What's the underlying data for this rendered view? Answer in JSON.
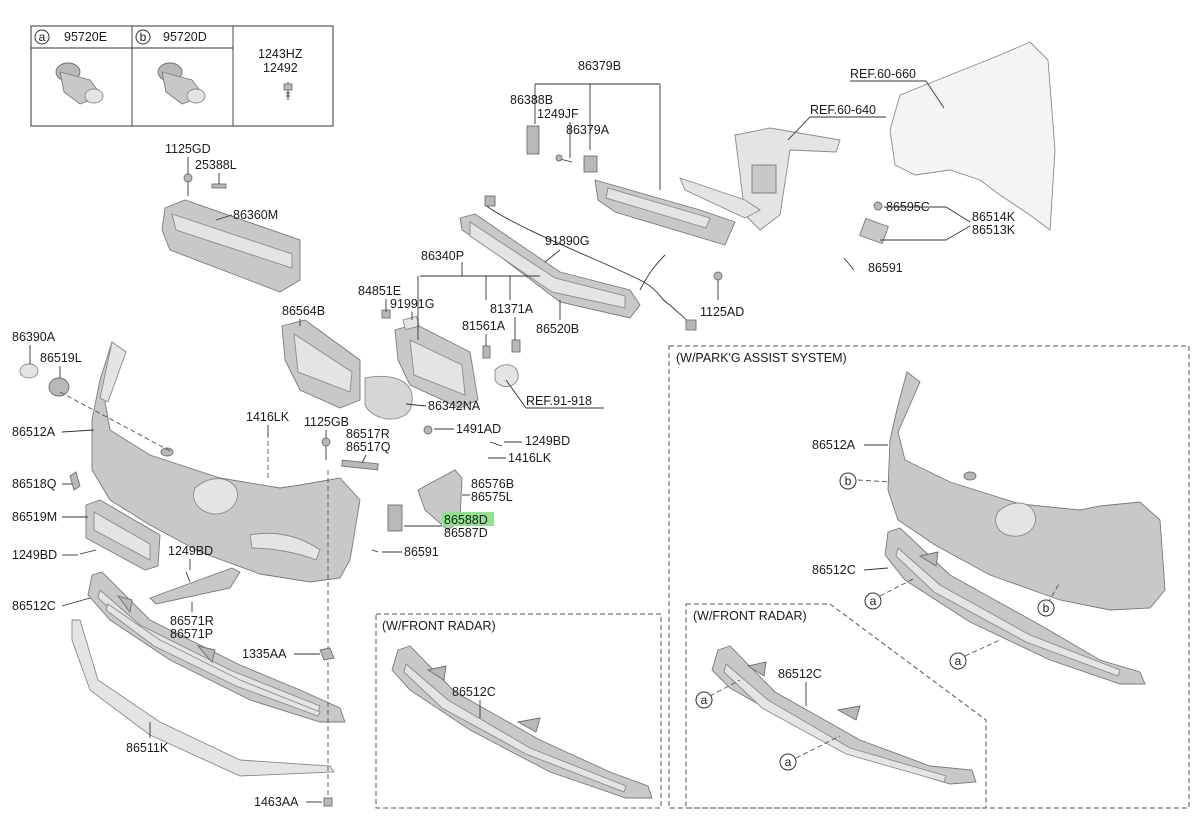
{
  "legend_box": {
    "col_a_marker": "a",
    "col_a_part": "95720E",
    "col_b_marker": "b",
    "col_b_part": "95720D",
    "col_c_part_1": "1243HZ",
    "col_c_part_2": "12492"
  },
  "labels": {
    "p86379B": "86379B",
    "p86388B": "86388B",
    "p1249JF": "1249JF",
    "p86379A": "86379A",
    "ref60660": "REF.60-660",
    "ref60640": "REF.60-640",
    "p1125GD": "1125GD",
    "p25388L": "25388L",
    "p86360M": "86360M",
    "p91890G": "91890G",
    "p86340P": "86340P",
    "p1125AD": "1125AD",
    "p86595C": "86595C",
    "p86514K": "86514K",
    "p86513K": "86513K",
    "p86591_top": "86591",
    "p84851E": "84851E",
    "p91991G": "91991G",
    "p81371A": "81371A",
    "p81561A": "81561A",
    "p86520B": "86520B",
    "p86564B": "86564B",
    "p86390A": "86390A",
    "p86519L": "86519L",
    "p86342NA": "86342NA",
    "ref91918": "REF.91-918",
    "p86512A": "86512A",
    "p1416LK_a": "1416LK",
    "p1125GB": "1125GB",
    "p86517R": "86517R",
    "p86517Q": "86517Q",
    "p1491AD": "1491AD",
    "p1249BD_a": "1249BD",
    "p1416LK_b": "1416LK",
    "p86518Q": "86518Q",
    "p86576B": "86576B",
    "p86575L": "86575L",
    "p86519M": "86519M",
    "p86588D": "86588D",
    "p86587D": "86587D",
    "p1249BD_b": "1249BD",
    "p86591_mid": "86591",
    "p1249BD_c": "1249BD",
    "p86512C": "86512C",
    "p86571R": "86571R",
    "p86571P": "86571P",
    "p1335AA": "1335AA",
    "p86511K": "86511K",
    "p1463AA": "1463AA"
  },
  "inset_parking": {
    "title": "(W/PARK'G ASSIST SYSTEM)",
    "p86512A": "86512A",
    "p86512C": "86512C",
    "marker_b1": "b",
    "marker_b2": "b",
    "marker_a1": "a",
    "marker_a2": "a"
  },
  "inset_radar_1": {
    "title": "(W/FRONT RADAR)",
    "p86512C": "86512C"
  },
  "inset_radar_2": {
    "title": "(W/FRONT RADAR)",
    "p86512C": "86512C",
    "marker_a1": "a",
    "marker_a2": "a"
  },
  "colors": {
    "highlight": "#8fe38f",
    "part_fill": "#c8c8c8",
    "line": "#333333"
  }
}
